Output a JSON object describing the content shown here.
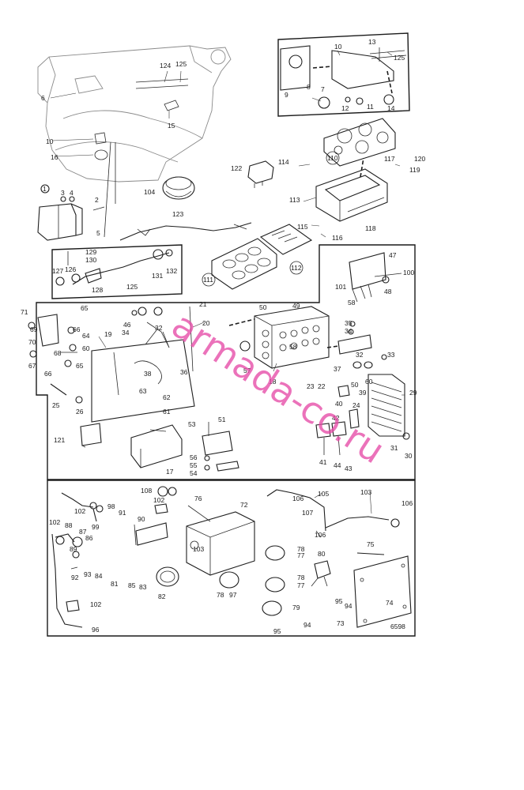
{
  "diagram": {
    "labels": {
      "p1": "1",
      "p2": "2",
      "p3": "3",
      "p4": "4",
      "p5": "5",
      "p6": "6",
      "p7": "7",
      "p8": "8",
      "p9": "9",
      "p10a": "10",
      "p10b": "10",
      "p11": "11",
      "p12": "12",
      "p13": "13",
      "p14": "14",
      "p15": "15",
      "p16": "16",
      "p17": "17",
      "p18": "18",
      "p19": "19",
      "p20": "20",
      "p21": "21",
      "p22": "22",
      "p23": "23",
      "p24": "24",
      "p25": "25",
      "p26": "26",
      "p29": "29",
      "p30": "30",
      "p31": "31",
      "p32a": "32",
      "p32b": "32",
      "p33": "33",
      "p34": "34",
      "p35": "35",
      "p36": "36",
      "p37": "37",
      "p38": "38",
      "p39": "39",
      "p40": "40",
      "p41": "41",
      "p42": "42",
      "p43": "43",
      "p44": "44",
      "p46": "46",
      "p47": "47",
      "p48": "48",
      "p49": "49",
      "p50a": "50",
      "p50b": "50",
      "p51": "51",
      "p53": "53",
      "p54": "54",
      "p55": "55",
      "p56": "56",
      "p57": "57",
      "p58": "58",
      "p60": "60",
      "p61": "61",
      "p62": "62",
      "p63": "63",
      "p64": "64",
      "p65a": "65",
      "p65b": "65",
      "p66a": "66",
      "p66b": "66",
      "p67": "67",
      "p68": "68",
      "p69": "69",
      "p70": "70",
      "p71": "71",
      "p72": "72",
      "p73": "73",
      "p74": "74",
      "p75": "75",
      "p76": "76",
      "p77a": "77",
      "p77b": "77",
      "p78a": "78",
      "p78b": "78",
      "p78c": "78",
      "p79": "79",
      "p80": "80",
      "p81": "81",
      "p82": "82",
      "p83": "83",
      "p84": "84",
      "p85": "85",
      "p86": "86",
      "p87": "87",
      "p88": "88",
      "p89": "89",
      "p90": "90",
      "p91": "91",
      "p92": "92",
      "p93": "93",
      "p94a": "94",
      "p94b": "94",
      "p95a": "95",
      "p95b": "95",
      "p96": "96",
      "p97": "97",
      "p98": "98",
      "p99": "99",
      "p100": "100",
      "p101": "101",
      "p102a": "102",
      "p102b": "102",
      "p102c": "102",
      "p102d": "102",
      "p103a": "103",
      "p103b": "103",
      "p104": "104",
      "p105": "105",
      "p106a": "106",
      "p106b": "106",
      "p106c": "106",
      "p107": "107",
      "p108": "108",
      "p110": "110",
      "p111": "111",
      "p112": "112",
      "p113": "113",
      "p114": "114",
      "p115": "115",
      "p116": "116",
      "p117": "117",
      "p118": "118",
      "p119": "119",
      "p120": "120",
      "p121": "121",
      "p122": "122",
      "p123": "123",
      "p124": "124",
      "p125a": "125",
      "p125b": "125",
      "p125c": "125",
      "p126": "126",
      "p127": "127",
      "p128": "128",
      "p129": "129",
      "p130": "130",
      "p131": "131",
      "p132": "132",
      "code": "6598"
    },
    "watermark": "armada-co.ru"
  }
}
